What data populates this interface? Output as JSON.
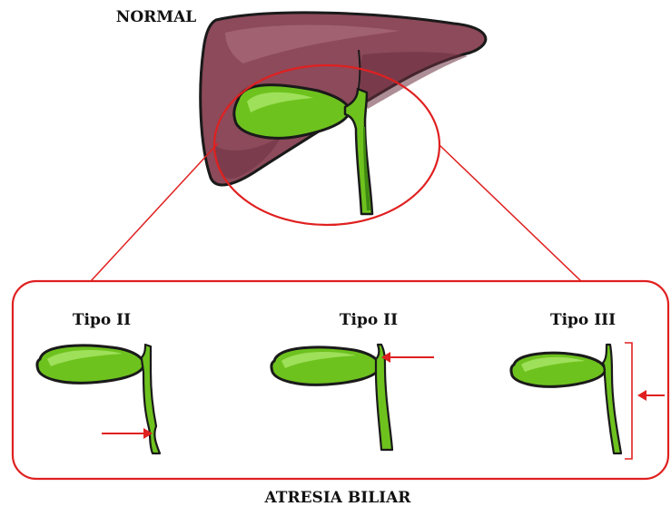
{
  "title_normal": "NORMAL",
  "caption": "ATRESIA BILIAR",
  "panels": [
    {
      "label": "Tipo II"
    },
    {
      "label": "Tipo II"
    },
    {
      "label": "Tipo III"
    }
  ],
  "colors": {
    "liver": "#8c4a5a",
    "liver_light": "#a86676",
    "liver_dark": "#6a3040",
    "gallbladder": "#6ec21e",
    "gallbladder_light": "#9ee05a",
    "gallbladder_dark": "#3f8a12",
    "outline": "#1a1a1a",
    "highlight": "#e02020"
  }
}
